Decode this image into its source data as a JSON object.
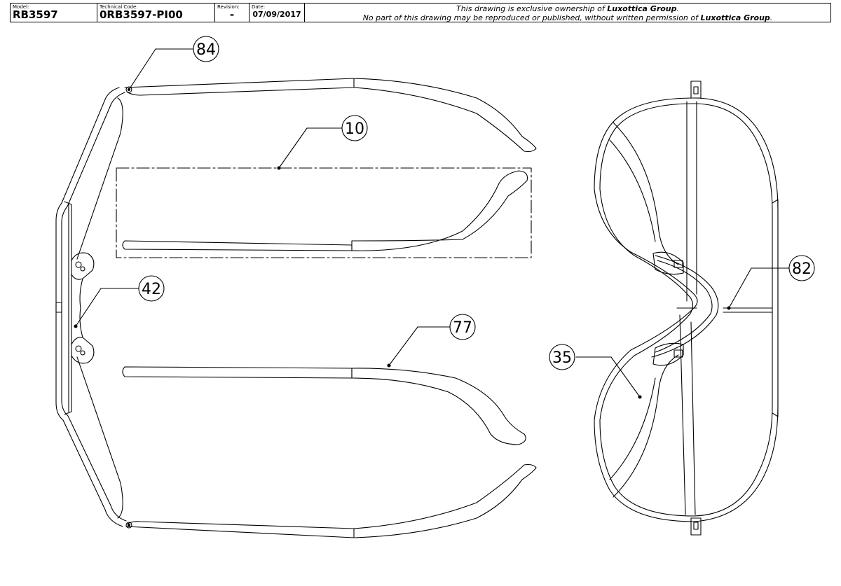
{
  "header": {
    "model_label": "Model:",
    "model": "RB3597",
    "technical_code_label": "Technical Code:",
    "technical_code": "0RB3597-PI00",
    "revision_label": "Revision:",
    "revision": "-",
    "date_label": "Date:",
    "date": "07/09/2017",
    "notice_line1_pre": "This drawing is exclusive ownership of ",
    "notice_line1_brand": "Luxottica Group",
    "notice_line1_post": ".",
    "notice_line2_pre": "No part of this drawing may be reproduced or published, without written permission of ",
    "notice_line2_brand": "Luxottica Group",
    "notice_line2_post": "."
  },
  "callouts": {
    "c84": "84",
    "c10": "10",
    "c42": "42",
    "c77": "77",
    "c82": "82",
    "c35": "35"
  }
}
